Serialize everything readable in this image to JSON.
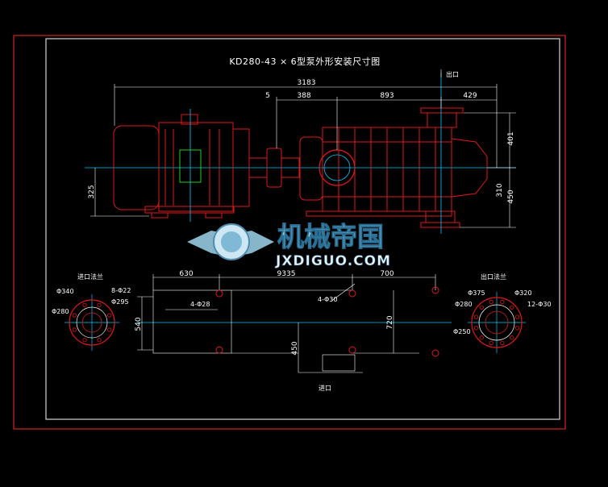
{
  "title": "KD280-43 × 6型泵外形安装尺寸图",
  "colors": {
    "background": "#000000",
    "frame": "#ff2a2a",
    "dimension": "#ffffff",
    "centerline": "#00c8ff",
    "outline_red": "#e01818",
    "green": "#22cc22",
    "watermark": "#8fd3ef"
  },
  "labels": {
    "outlet_top": "出口",
    "inlet_bottom": "进口",
    "inlet_flange": "进口法兰",
    "outlet_flange": "出口法兰"
  },
  "top_dims": {
    "overall": "3183",
    "gap": "5",
    "seg1": "388",
    "seg2": "893",
    "seg3": "429",
    "right_upper": "401",
    "right_lower": "310",
    "right_bottom": "450",
    "left_height": "325"
  },
  "plan_dims": {
    "left": "630",
    "middle": "9335",
    "right": "700",
    "bolt_left": "4-Φ28",
    "bolt_right": "4-Φ30",
    "height_left": "540",
    "height_mid": "720",
    "height_small": "450"
  },
  "inlet_flange": {
    "d1": "Φ340",
    "d2": "Φ295",
    "d3": "Φ280",
    "holes": "8-Φ22"
  },
  "outlet_flange": {
    "d1": "Φ375",
    "d2": "Φ320",
    "d3": "Φ280",
    "d4": "Φ250",
    "holes": "12-Φ30"
  },
  "watermark": {
    "cn": "机械帝国",
    "en": "JXDIGUO.COM"
  }
}
